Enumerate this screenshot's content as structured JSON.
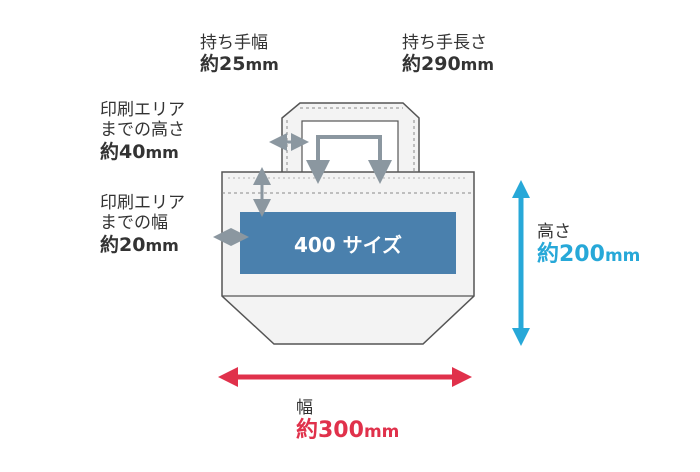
{
  "handle_width": {
    "title": "持ち手幅",
    "value": "約25",
    "unit": "mm"
  },
  "handle_length": {
    "title": "持ち手長さ",
    "value": "約290",
    "unit": "mm"
  },
  "print_top_margin": {
    "title_line1": "印刷エリア",
    "title_line2": "までの高さ",
    "value": "約40",
    "unit": "mm"
  },
  "print_side_margin": {
    "title_line1": "印刷エリア",
    "title_line2": "までの幅",
    "value": "約20",
    "unit": "mm"
  },
  "print_area": {
    "label": "400 サイズ",
    "color": "#4a80ad"
  },
  "height": {
    "title": "高さ",
    "value": "約200",
    "unit": "mm",
    "color": "#27a8d8"
  },
  "width": {
    "title": "幅",
    "value": "約300",
    "unit": "mm",
    "color": "#e0314b"
  },
  "colors": {
    "bag_fill": "#f3f3f3",
    "bag_outline": "#555555",
    "dim_arrow": "#8b97a0"
  }
}
